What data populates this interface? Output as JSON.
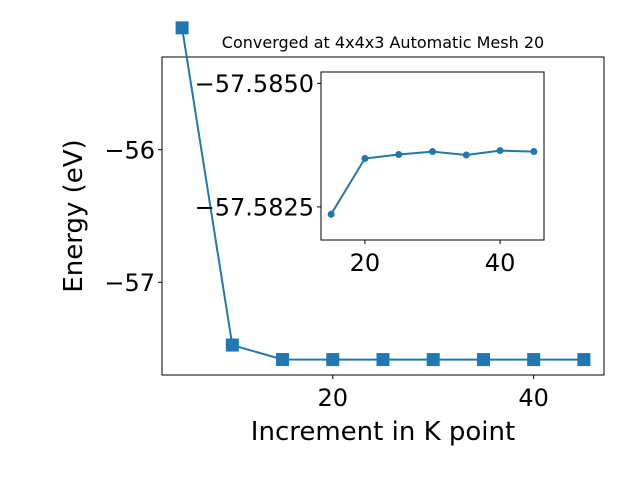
{
  "chart_data": [
    {
      "type": "line",
      "title": "Converged at 4x4x3 Automatic Mesh 20",
      "xlabel": "Increment in K point",
      "ylabel": "Energy (eV)",
      "xlim": [
        3.0,
        47.0
      ],
      "ylim": [
        -57.7,
        -55.3
      ],
      "xticks": [
        20,
        40
      ],
      "xtick_labels": [
        "20",
        "40"
      ],
      "yticks": [
        -56,
        -57
      ],
      "ytick_labels": [
        "−56",
        "−57"
      ],
      "grid": false,
      "series": [
        {
          "marker": "square",
          "color": "#1f77b4",
          "x": [
            5,
            10,
            15,
            20,
            25,
            30,
            35,
            40,
            45
          ],
          "y": [
            -55.08,
            -57.474,
            -57.5832,
            -57.5836,
            -57.5836,
            -57.5837,
            -57.5836,
            -57.5837,
            -57.5837
          ]
        }
      ]
    },
    {
      "type": "line",
      "title": "",
      "xlabel": "",
      "ylabel": "",
      "xlim": [
        13.5,
        46.5
      ],
      "ylim": [
        -57.58183,
        -57.58523
      ],
      "xticks": [
        20,
        40
      ],
      "xtick_labels": [
        "20",
        "40"
      ],
      "yticks": [
        -57.585,
        -57.5825
      ],
      "ytick_labels": [
        "−57.5850",
        "−57.5825"
      ],
      "grid": false,
      "series": [
        {
          "marker": "circle",
          "color": "#1f77b4",
          "x": [
            15,
            20,
            25,
            30,
            35,
            40,
            45
          ],
          "y": [
            -57.58235,
            -57.58348,
            -57.58356,
            -57.58362,
            -57.58355,
            -57.58364,
            -57.58362
          ]
        }
      ]
    }
  ]
}
